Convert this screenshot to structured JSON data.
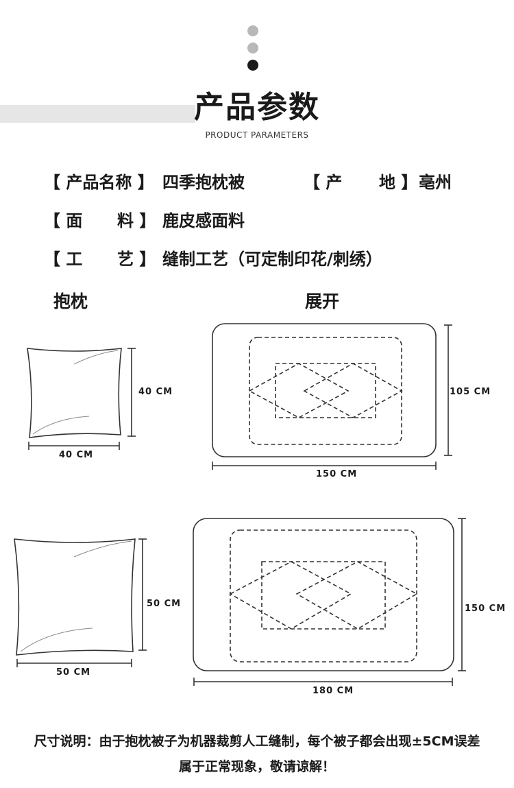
{
  "header": {
    "title": "产品参数",
    "subtitle": "PRODUCT PARAMETERS"
  },
  "params": {
    "name_label": "【 产品名称 】",
    "name_value": "四季抱枕被",
    "origin_label_open": "【 产",
    "origin_label_close": "地 】",
    "origin_value": "亳州",
    "fabric_label_open": "【 面",
    "fabric_label_close": "料 】",
    "fabric_value": "鹿皮感面料",
    "craft_label_open": "【 工",
    "craft_label_close": "艺 】",
    "craft_value": "缝制工艺（可定制印花/刺绣）"
  },
  "sections": {
    "pillow": "抱枕",
    "unfolded": "展开"
  },
  "sizes": {
    "small_pillow_h": "40 CM",
    "small_pillow_w": "40 CM",
    "small_quilt_h": "105 CM",
    "small_quilt_w": "150 CM",
    "large_pillow_h": "50 CM",
    "large_pillow_w": "50 CM",
    "large_quilt_h": "150 CM",
    "large_quilt_w": "180 CM"
  },
  "note": {
    "line1": "尺寸说明：由于抱枕被子为机器裁剪人工缝制，每个被子都会出现±5CM误差",
    "line2": "属于正常现象，敬请谅解！"
  },
  "colors": {
    "dot_light": "#b8b8b8",
    "dot_dark": "#1a1a1a",
    "band": "#e6e6e6",
    "line": "#333333"
  }
}
